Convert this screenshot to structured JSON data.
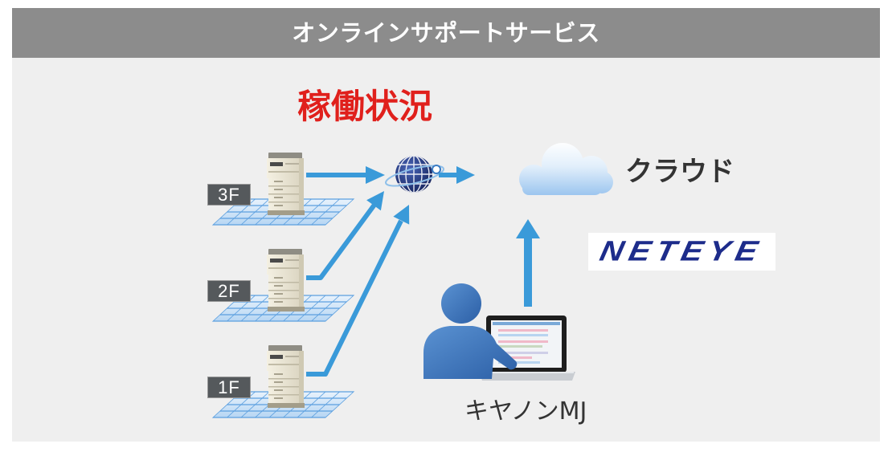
{
  "header": {
    "title": "オンラインサポートサービス"
  },
  "status_label": "稼働状況",
  "floors": [
    {
      "label": "3F"
    },
    {
      "label": "2F"
    },
    {
      "label": "1F"
    }
  ],
  "cloud": {
    "label": "クラウド",
    "icon": "cloud-icon"
  },
  "logo": {
    "text": "NETEYE"
  },
  "operator": {
    "label": "キヤノンMJ",
    "icon": "person-with-laptop-icon"
  },
  "icons": {
    "printer": "multifunction-printer-icon",
    "network": "globe-network-icon",
    "arrow": "arrow-icon"
  },
  "colors": {
    "header_bg": "#8c8c8c",
    "panel_bg": "#efefef",
    "status_text": "#e0201c",
    "arrow": "#3a9ad9",
    "logo_text": "#1d2c8b",
    "floor_label_bg": "#55595c"
  }
}
